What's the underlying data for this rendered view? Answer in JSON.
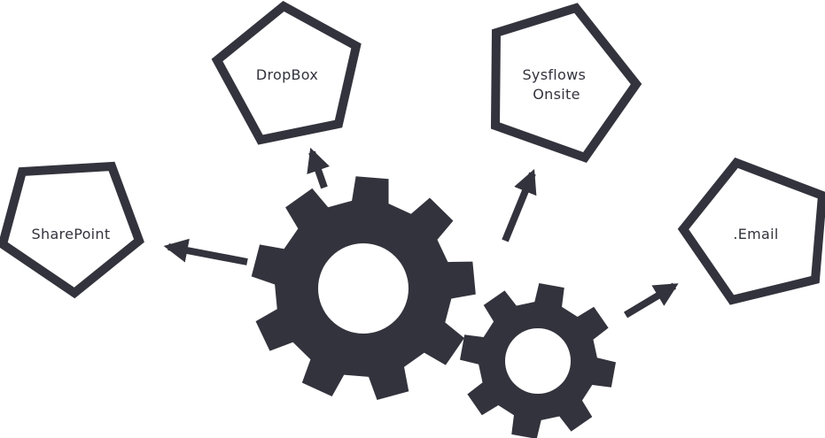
{
  "colors": {
    "shape": "#33333d",
    "background": "#ffffff",
    "text": "#33333d"
  },
  "gears": [
    {
      "name": "large-gear-icon"
    },
    {
      "name": "small-gear-icon"
    }
  ],
  "nodes": [
    {
      "id": "sharepoint",
      "label": "SharePoint"
    },
    {
      "id": "dropbox",
      "label": "DropBox"
    },
    {
      "id": "sysflows-onsite",
      "label_lines": [
        "Sysflows",
        "Onsite"
      ]
    },
    {
      "id": "email",
      "label": ".Email"
    }
  ]
}
